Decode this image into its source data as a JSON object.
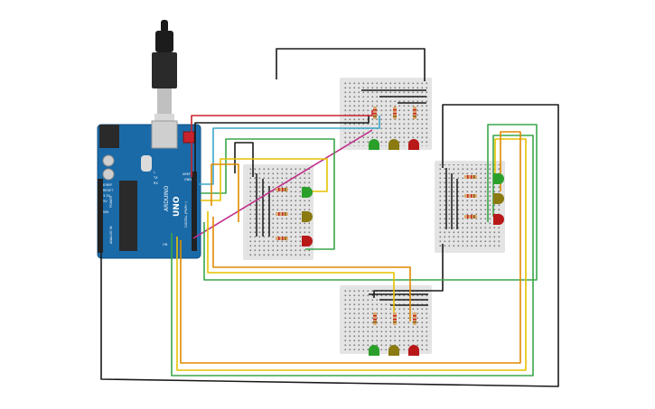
{
  "arduino": {
    "brand_label": "UNO",
    "model_label": "ARDUINO",
    "digital_header_label": "DIGITAL (PWM~)",
    "analog_header_label": "ANALOG IN",
    "power_header_label": "POWER",
    "reset_label": "RESET",
    "ioref_label": "IOREF",
    "pin_5v": "5V",
    "pin_3v3": "3.3V",
    "pin_gnd": "GND",
    "pin_vin": "VIN",
    "pin_aref": "AREF",
    "tx_label": "TX",
    "rx_label": "RX",
    "on_label": "ON",
    "l_label": "L"
  },
  "colors": {
    "wire_red": "#c8232c",
    "wire_black": "#1a1a1a",
    "wire_blue": "#3aa6c8",
    "wire_green": "#3aa64a",
    "wire_yellow": "#e6c100",
    "wire_orange": "#e08a00",
    "wire_magenta": "#c0308a",
    "board_blue": "#1a6aa8",
    "breadboard": "#e4e4e4",
    "led_green": "#2aa02a",
    "led_yellow": "#8a7a10",
    "led_red": "#b81818"
  }
}
